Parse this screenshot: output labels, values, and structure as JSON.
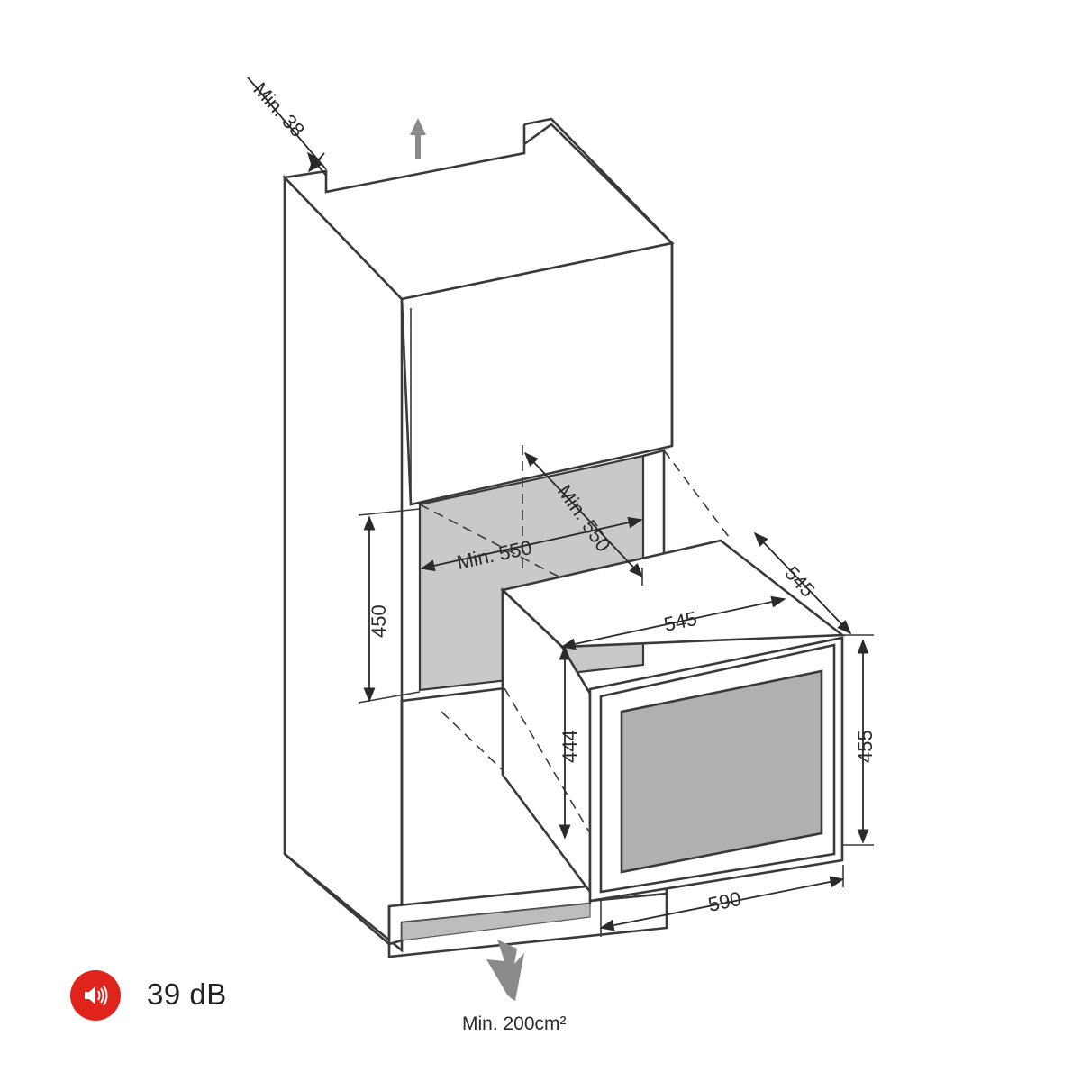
{
  "dimensions": {
    "min_top_gap": "Min. 38",
    "min_depth_recess": "Min. 550",
    "min_width_recess": "Min. 550",
    "recess_height": "450",
    "appliance_depth": "545",
    "appliance_width": "545",
    "appliance_height": "444",
    "door_height": "455",
    "door_width": "590",
    "vent_area": "Min. 200cm²"
  },
  "noise": {
    "icon": "speaker-icon",
    "value": "39 dB",
    "color": "#e0231b"
  }
}
